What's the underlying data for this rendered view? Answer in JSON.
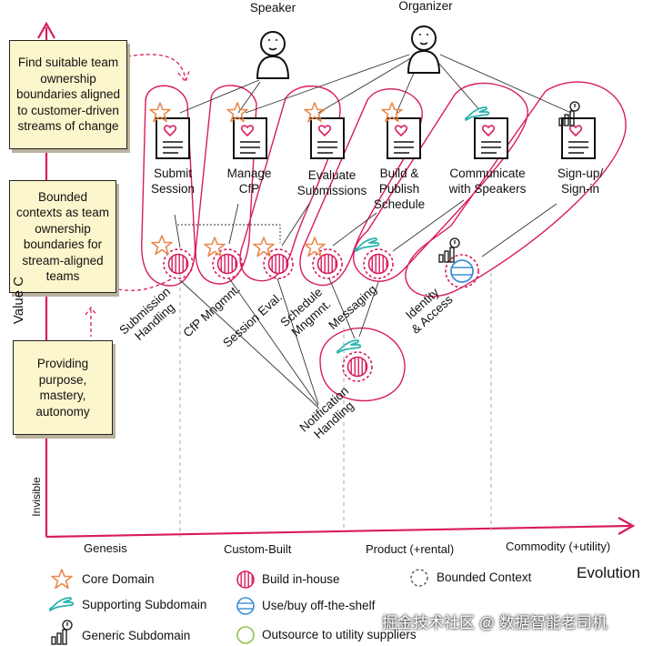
{
  "actors": {
    "speaker": "Speaker",
    "organizer": "Organizer"
  },
  "notes": {
    "note1": "Find suitable team ownership boundaries aligned to customer-driven streams of change",
    "note2": "Bounded contexts as team ownership boundaries for stream-aligned teams",
    "note3": "Providing purpose, mastery, autonomy"
  },
  "capabilities": [
    {
      "line1": "Submit",
      "line2": "Session",
      "line3": ""
    },
    {
      "line1": "Manage",
      "line2": "CfP",
      "line3": ""
    },
    {
      "line1": "Evaluate",
      "line2": "Submissions",
      "line3": ""
    },
    {
      "line1": "Build &",
      "line2": "Publish",
      "line3": "Schedule"
    },
    {
      "line1": "Communicate",
      "line2": "with Speakers",
      "line3": ""
    },
    {
      "line1": "Sign-up/",
      "line2": "Sign-in",
      "line3": ""
    }
  ],
  "contexts": [
    {
      "line1": "Submission",
      "line2": "Handling"
    },
    {
      "line1": "CfP Mngmnt.",
      "line2": ""
    },
    {
      "line1": "Session Eval.",
      "line2": ""
    },
    {
      "line1": "Schedule",
      "line2": "Mngmnt."
    },
    {
      "line1": "Messaging",
      "line2": ""
    },
    {
      "line1": "Identity",
      "line2": "& Access"
    },
    {
      "line1": "Notification",
      "line2": "Handling"
    }
  ],
  "axes": {
    "y_label": "Value C",
    "y_bottom": "Invisible",
    "x_label": "Evolution",
    "stages": [
      "Genesis",
      "Custom-Built",
      "Product (+rental)",
      "Commodity (+utility)"
    ]
  },
  "legend": {
    "core": "Core Domain",
    "supporting": "Supporting Subdomain",
    "generic": "Generic Subdomain",
    "inhouse": "Build in-house",
    "buy": "Use/buy off-the-shelf",
    "outsource": "Outsource to utility suppliers",
    "bounded": "Bounded Context"
  },
  "colors": {
    "accent": "#d81b60",
    "star": "#e8894a",
    "teal": "#2bb3b0",
    "blue": "#3a8fd8",
    "green": "#8bc34a",
    "note_bg": "#fbf6cc"
  },
  "watermark": "掘金技术社区 @ 数据智能老司机"
}
